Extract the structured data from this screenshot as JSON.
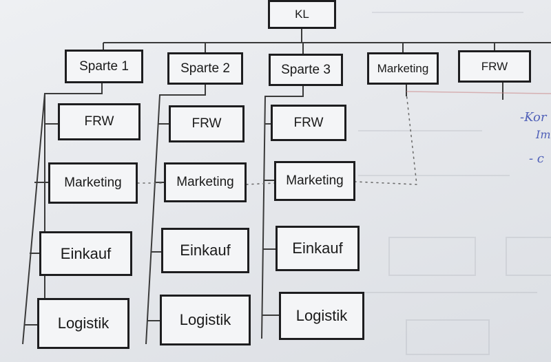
{
  "root": {
    "label": "KL"
  },
  "top_units": [
    {
      "label": "Sparte 1"
    },
    {
      "label": "Sparte 2"
    },
    {
      "label": "Sparte 3"
    },
    {
      "label": "Marketing"
    },
    {
      "label": "FRW"
    }
  ],
  "sparte_units": [
    [
      "FRW",
      "Marketing",
      "Einkauf",
      "Logistik"
    ],
    [
      "FRW",
      "Marketing",
      "Einkauf",
      "Logistik"
    ],
    [
      "FRW",
      "Marketing",
      "Einkauf",
      "Logistik"
    ]
  ],
  "handwritten": {
    "line1": "-Kor",
    "line2": "Im",
    "line3": "- c"
  },
  "colors": {
    "box_border": "#1d1d1f",
    "line": "#3a3a3a",
    "dotted": "#6d6d6d",
    "handwriting": "#5060b8"
  }
}
